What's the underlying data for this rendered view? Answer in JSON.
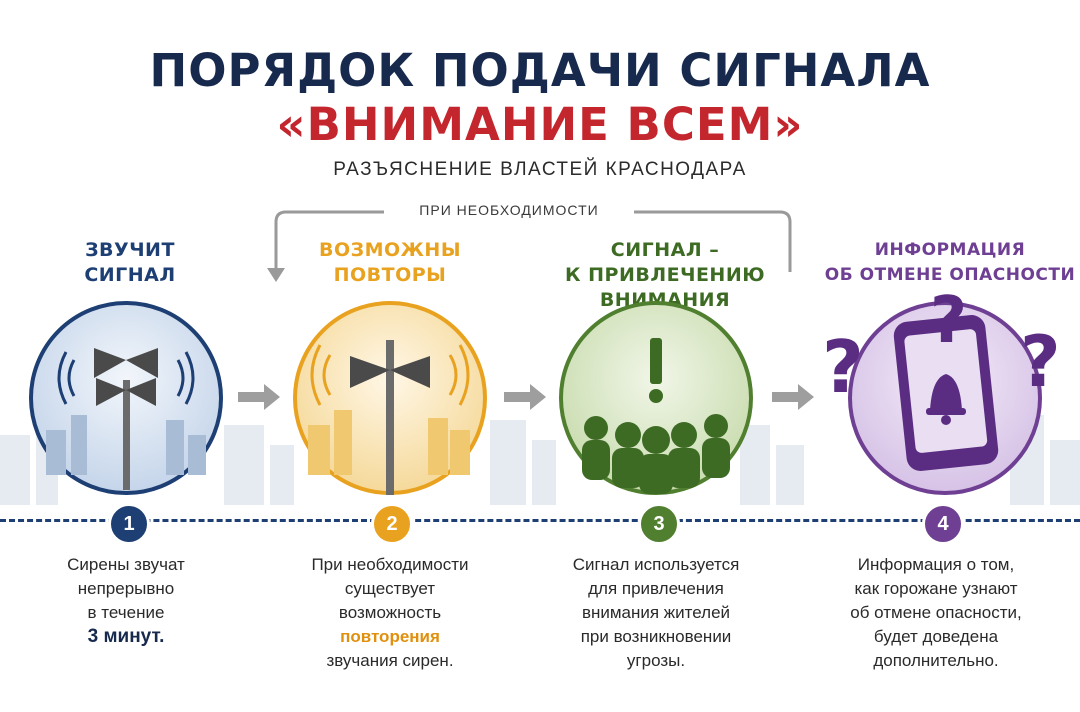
{
  "header": {
    "title_line1": "ПОРЯДОК ПОДАЧИ СИГНАЛА",
    "title_line2": "«ВНИМАНИЕ ВСЕМ»",
    "subtitle": "РАЗЪЯСНЕНИЕ ВЛАСТЕЙ КРАСНОДАРА"
  },
  "loop_label": "ПРИ НЕОБХОДИМОСТИ",
  "colors": {
    "blue": "#1d3f74",
    "orange": "#e9a21f",
    "green": "#4f7f2f",
    "purple": "#6e3f93",
    "red": "#c4262e"
  },
  "steps": [
    {
      "number": "1",
      "title": [
        "ЗВУЧИТ",
        "СИГНАЛ"
      ],
      "icon": "siren-tower-icon",
      "desc": [
        "Сирены звучат",
        "непрерывно",
        "в течение",
        "3 минут."
      ]
    },
    {
      "number": "2",
      "title": [
        "ВОЗМОЖНЫ",
        "ПОВТОРЫ"
      ],
      "icon": "siren-repeat-icon",
      "desc": [
        "При необходимости",
        "существует",
        "возможность",
        "повторения",
        "звучания сирен."
      ]
    },
    {
      "number": "3",
      "title": [
        "СИГНАЛ –",
        "К ПРИВЛЕЧЕНИЮ",
        "ВНИМАНИЯ"
      ],
      "icon": "crowd-exclamation-icon",
      "desc": [
        "Сигнал используется",
        "для привлечения",
        "внимания жителей",
        "при возникновении",
        "угрозы."
      ]
    },
    {
      "number": "4",
      "title": [
        "ИНФОРМАЦИЯ",
        "ОБ ОТМЕНЕ ОПАСНОСТИ"
      ],
      "icon": "phone-bell-question-icon",
      "desc": [
        "Информация о том,",
        "как горожане узнают",
        "об отмене опасности,",
        "будет доведена",
        "дополнительно."
      ]
    }
  ]
}
